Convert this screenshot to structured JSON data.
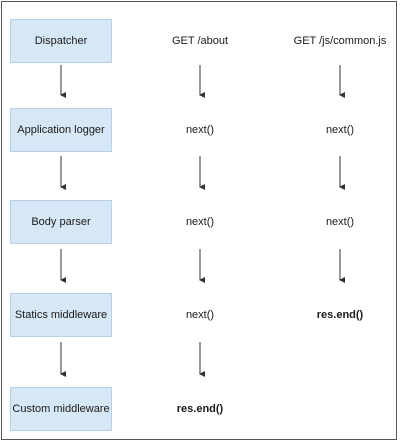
{
  "stages": [
    {
      "label": "Dispatcher"
    },
    {
      "label": "Application logger"
    },
    {
      "label": "Body parser"
    },
    {
      "label": "Statics middleware"
    },
    {
      "label": "Custom middleware"
    }
  ],
  "columns": [
    {
      "cells": [
        "GET /about",
        "next()",
        "next()",
        "next()",
        "res.end()"
      ],
      "bold": [
        false,
        false,
        false,
        false,
        true
      ]
    },
    {
      "cells": [
        "GET /js/common.js",
        "next()",
        "next()",
        "res.end()",
        ""
      ],
      "bold": [
        false,
        false,
        false,
        true,
        false
      ]
    }
  ],
  "colors": {
    "stage_fill": "#d6e7f5",
    "stage_border": "#b8d1e8",
    "arrow": "#333333",
    "frame_border": "#555555"
  }
}
